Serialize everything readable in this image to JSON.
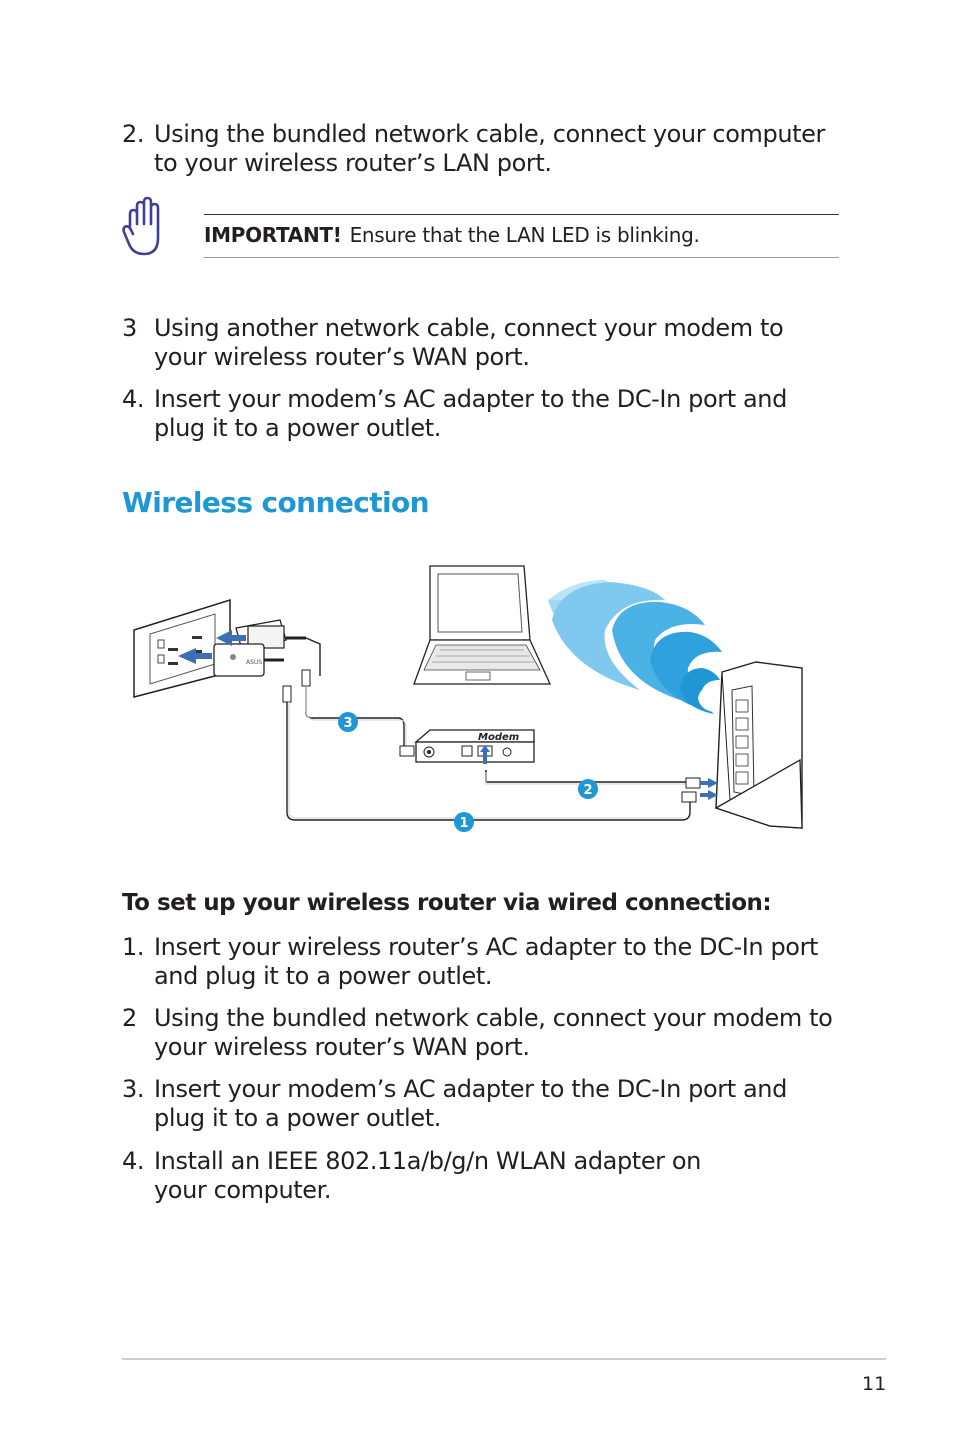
{
  "steps_top": [
    {
      "num": "2.",
      "text": "Using the bundled network cable, connect your computer to your wireless router’s LAN port."
    }
  ],
  "important": {
    "label": "IMPORTANT!",
    "text": "Ensure that the LAN LED is blinking."
  },
  "steps_middle": [
    {
      "num": "3",
      "text": "Using another network cable, connect your modem to your wireless router’s WAN port."
    },
    {
      "num": "4.",
      "text": "Insert your modem’s AC adapter to the DC-In port and plug it to a power outlet."
    }
  ],
  "section_title": "Wireless connection",
  "diagram": {
    "modem_label": "Modem",
    "callouts": [
      "3",
      "2",
      "1"
    ]
  },
  "procedure_title": "To set up your wireless router via wired connection:",
  "steps_bottom": [
    {
      "num": "1.",
      "text": "Insert your wireless router’s AC adapter to the DC-In port and plug it to a power outlet."
    },
    {
      "num": "2",
      "text": "Using the bundled network cable, connect your modem to your wireless router’s WAN port."
    },
    {
      "num": "3.",
      "text": "Insert your modem’s AC adapter to the DC-In port and plug it to a power outlet."
    },
    {
      "num": "4.",
      "text": "Install an IEEE 802.11a/b/g/n WLAN adapter on your computer."
    }
  ],
  "page_number": "11",
  "colors": {
    "accent": "#1f97d4",
    "icon": "#3f3f99",
    "callout": "#1f97d4"
  }
}
